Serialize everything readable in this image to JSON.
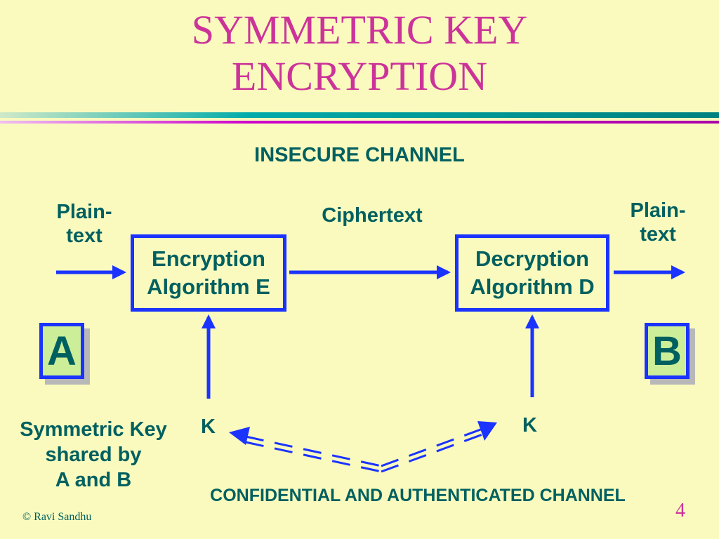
{
  "slide": {
    "title_line1": "SYMMETRIC KEY",
    "title_line2": "ENCRYPTION",
    "insecure_channel": "INSECURE CHANNEL",
    "plaintext_left": [
      "Plain-",
      "text"
    ],
    "plaintext_right": [
      "Plain-",
      "text"
    ],
    "ciphertext": "Ciphertext",
    "encryption_box": [
      "Encryption",
      "Algorithm E"
    ],
    "decryption_box": [
      "Decryption",
      "Algorithm D"
    ],
    "party_a": "A",
    "party_b": "B",
    "key_left": "K",
    "key_right": "K",
    "shared_key_note": [
      "Symmetric Key",
      "shared by",
      "A and B"
    ],
    "secure_channel": "CONFIDENTIAL AND AUTHENTICATED CHANNEL",
    "copyright": "© Ravi Sandhu",
    "page_number": "4"
  },
  "colors": {
    "background": "#fafabe",
    "title": "#cc3399",
    "text": "#006060",
    "arrow_blue": "#1a33ff",
    "party_fill": "#ccee99",
    "rule_teal": "#008080",
    "rule_magenta": "#cc00cc"
  }
}
